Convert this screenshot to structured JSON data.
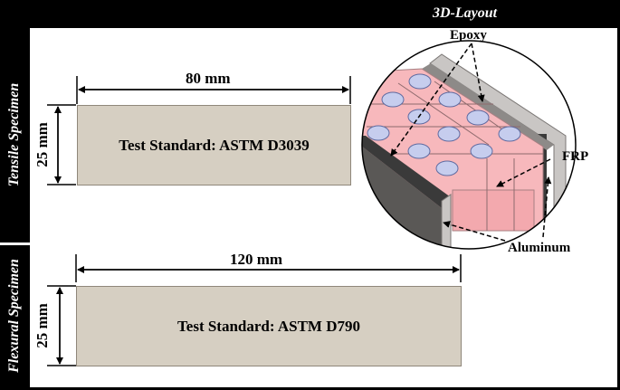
{
  "header": {
    "layout_title": "3D-Layout"
  },
  "side_labels": {
    "tensile": "Tensile Specimen",
    "flexural": "Flexural Specimen"
  },
  "tensile": {
    "length": "80 mm",
    "width": "25 mm",
    "standard": "Test Standard: ASTM D3039"
  },
  "flexural": {
    "length": "120 mm",
    "width": "25 mm",
    "standard": "Test Standard: ASTM D790"
  },
  "callouts": {
    "epoxy": "Epoxy",
    "frp": "FRP",
    "aluminum": "Aluminum"
  },
  "colors": {
    "specimen_fill": "#d6cfc2",
    "frp_fill": "#f7b8bc",
    "fiber_fill": "#c6cdee",
    "aluminum_fill": "#c9c6c4",
    "frame": "#000000"
  }
}
